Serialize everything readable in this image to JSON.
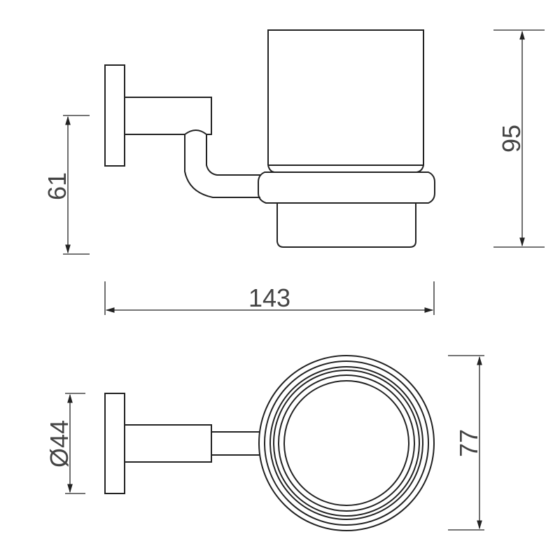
{
  "title": "Tumbler holder technical drawing",
  "dimensions": {
    "mount_height": "61",
    "total_height": "95",
    "total_length": "143",
    "base_diameter": "Ø44",
    "ring_diameter": "77"
  },
  "colors": {
    "line": "#222222",
    "background": "#ffffff"
  }
}
